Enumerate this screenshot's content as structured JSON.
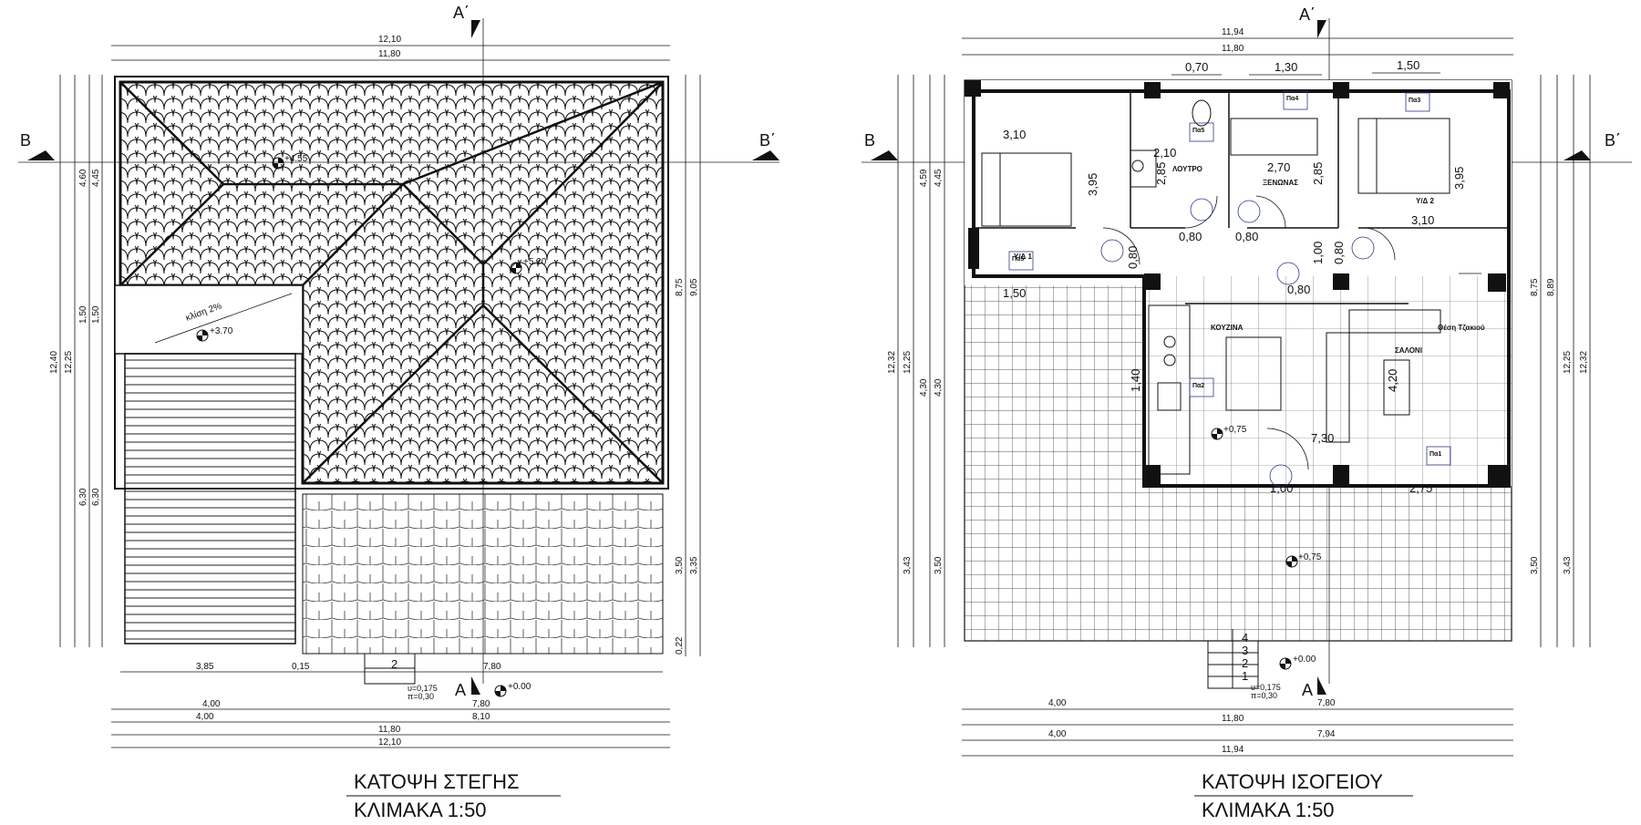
{
  "roof": {
    "title": "ΚΑΤΟΨΗ ΣΤΕΓΗΣ",
    "scale": "ΚΛΙΜΑΚΑ 1:50",
    "dims_top": [
      "12,10",
      "11,80"
    ],
    "dims_left": [
      "12,40",
      "12,25",
      "4,60",
      "4,45",
      "1,50",
      "1,50",
      "6,30",
      "6,30"
    ],
    "dims_right": [
      "8,75",
      "9,05",
      "3,50",
      "3,35",
      "0,22"
    ],
    "dims_bottom": [
      "3,85",
      "0,15",
      "7,80",
      "4,00",
      "7,80",
      "4,00",
      "8,10",
      "11,80",
      "12,10"
    ],
    "elevations": [
      "+4.55",
      "+5.20",
      "+3.70",
      "+0.00"
    ],
    "slope_label": "κλίση 2%",
    "step_label": "2",
    "stair_note": [
      "υ=0,175",
      "π=0,30"
    ],
    "section_marks": [
      "A΄",
      "A",
      "B",
      "B΄"
    ]
  },
  "ground": {
    "title": "ΚΑΤΟΨΗ ΙΣΟΓΕΙΟΥ",
    "scale": "ΚΛΙΜΑΚΑ 1:50",
    "dims_top": [
      "11,94",
      "11,80"
    ],
    "window_dims": [
      "0,70",
      "1,30",
      "1,50"
    ],
    "dims_left": [
      "12,32",
      "12,25",
      "4,59",
      "4,45",
      "4,30",
      "4,30",
      "3,43",
      "3,50"
    ],
    "dims_right": [
      "8,75",
      "8,89",
      "12,25",
      "12,32",
      "3,50",
      "3,43"
    ],
    "dims_bottom": [
      "4,00",
      "7,80",
      "11,80",
      "4,00",
      "7,94",
      "11,94"
    ],
    "rooms": [
      "Υ/Δ 1",
      "ΛΟΥΤΡΟ",
      "ΞΕΝΩΝΑΣ",
      "Υ/Δ 2",
      "ΚΟΥΖΙΝΑ",
      "ΣΑΛΟΝΙ",
      "Θέση Τζακιού"
    ],
    "room_dims": [
      "3,10",
      "3,95",
      "2,10",
      "2,85",
      "2,70",
      "2,85",
      "3,95",
      "3,10",
      "0,80",
      "0,80",
      "0,80",
      "1,00",
      "0,80",
      "0,80",
      "1,50",
      "1,40",
      "4,20",
      "7,30",
      "1,00",
      "2,75"
    ],
    "window_tags": [
      "Πα5",
      "Πα4",
      "Πα3",
      "Πα5",
      "Πα2",
      "Πα1"
    ],
    "elevations": [
      "+0,75",
      "+0,75",
      "+0.00"
    ],
    "steps": [
      "4",
      "3",
      "2",
      "1"
    ],
    "stair_note": [
      "υ=0,175",
      "π=0,30"
    ],
    "section_marks": [
      "A΄",
      "A",
      "B",
      "B΄"
    ]
  }
}
